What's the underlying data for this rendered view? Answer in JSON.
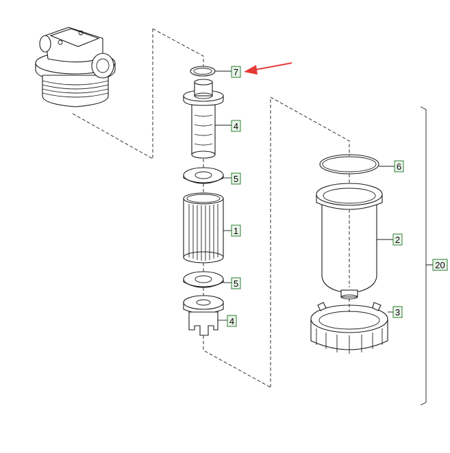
{
  "callouts": {
    "c7": "7",
    "c4_upper": "4",
    "c5_upper": "5",
    "c1": "1",
    "c5_lower": "5",
    "c4_lower": "4",
    "c6": "6",
    "c2": "2",
    "c3": "3",
    "c20": "20"
  },
  "colors": {
    "callout_border": "#2e7d32",
    "callout_fill": "#eaf5ea",
    "arrow": "#e53935",
    "line": "#1a1a1a"
  }
}
